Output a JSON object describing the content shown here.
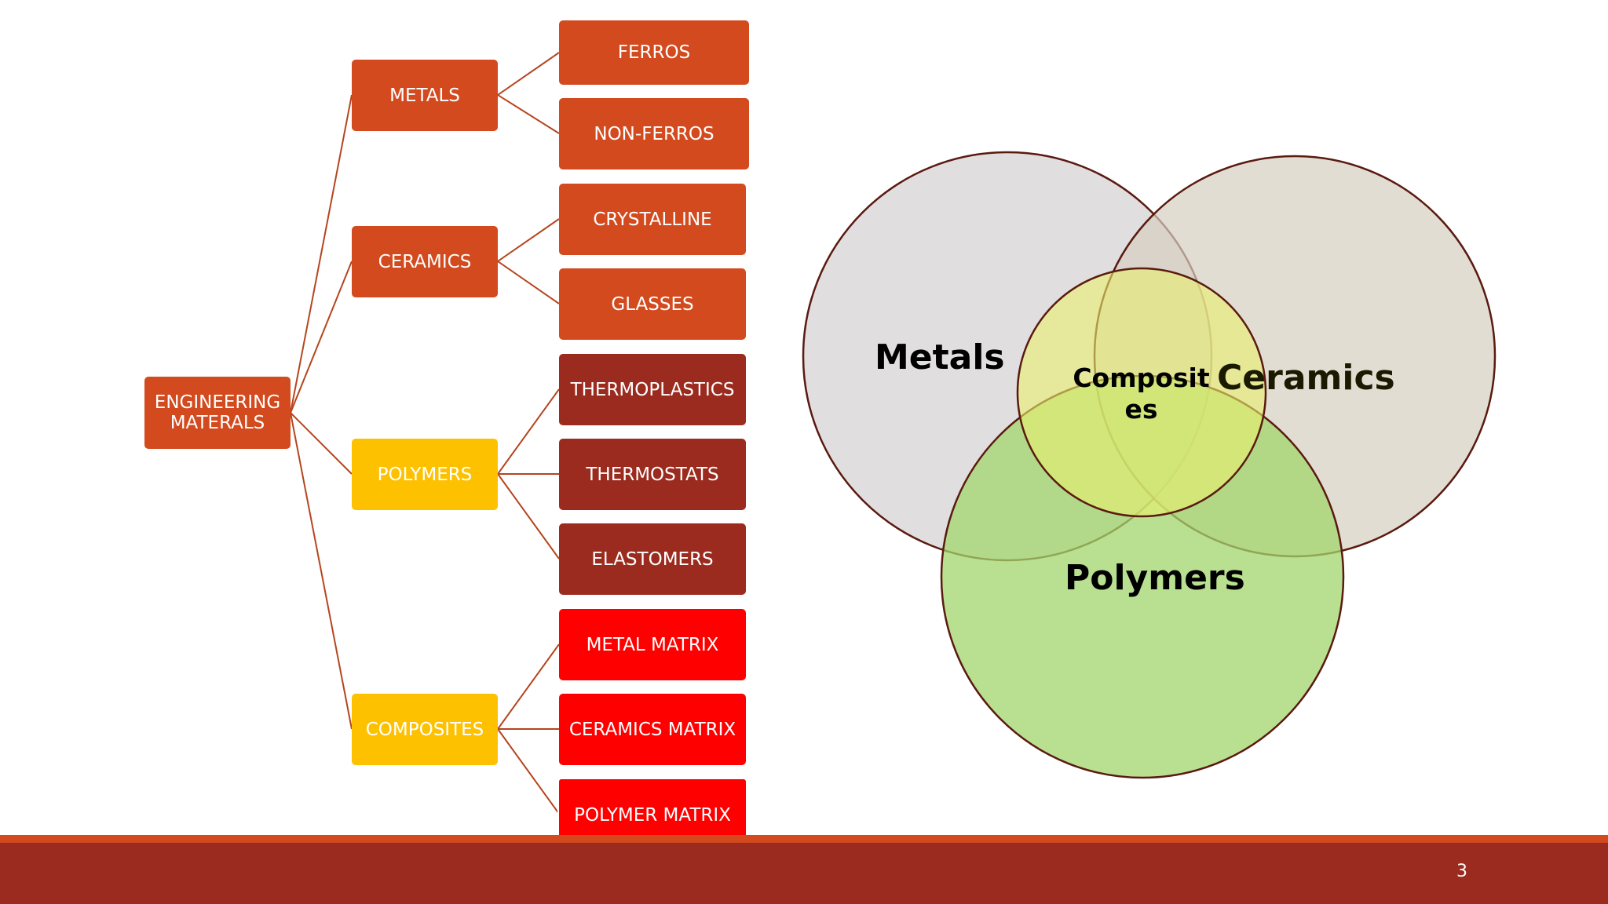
{
  "slide": {
    "page_number": "3",
    "colors": {
      "orange": "#d24a1e",
      "yellow": "#fdc100",
      "maroon": "#9b2b1f",
      "red": "#ff0000",
      "connector": "#b5451e"
    }
  },
  "tree": {
    "root": "ENGINEERING\nMATERALS",
    "categories": {
      "metals": "METALS",
      "ceramics": "CERAMICS",
      "polymers": "POLYMERS",
      "composites": "COMPOSITES"
    },
    "leaves": {
      "ferros": "FERROS",
      "non_ferros": "NON-FERROS",
      "crystalline": "CRYSTALLINE",
      "glasses": "GLASSES",
      "thermoplastics": "THERMOPLASTICS",
      "thermostats": "THERMOSTATS",
      "elastomers": "ELASTOMERS",
      "metal_matrix": "METAL MATRIX",
      "ceramics_matrix": "CERAMICS MATRIX",
      "polymer_matrix": "POLYMER MATRIX"
    }
  },
  "venn": {
    "metals": "Metals",
    "ceramics": "Ceramics",
    "polymers": "Polymers",
    "composites": "Composites",
    "colors": {
      "metals_fill": "#d9d6d8",
      "ceramics_fill": "#dcd5c8",
      "polymers_fill": "#a8d878",
      "composites_fill": "#e3ec7a",
      "outline": "#5a1a10"
    }
  }
}
